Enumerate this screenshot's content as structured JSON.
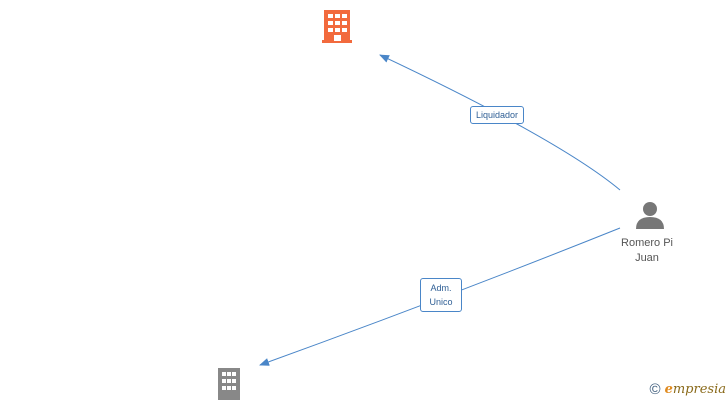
{
  "nodes": {
    "company_top": {
      "icon": "building-icon",
      "color": "#f26a3d"
    },
    "company_bottom": {
      "icon": "building-icon",
      "color": "#888888"
    },
    "person": {
      "icon": "person-icon",
      "color": "#777777",
      "name_line1": "Romero Pi",
      "name_line2": "Juan"
    }
  },
  "edges": {
    "liquidador": {
      "label": "Liquidador"
    },
    "adm_unico": {
      "label_line1": "Adm.",
      "label_line2": "Unico"
    }
  },
  "colors": {
    "edge": "#4a86c8"
  },
  "brand": {
    "copyright_symbol": "©",
    "initial": "e",
    "rest": "mpresia"
  }
}
